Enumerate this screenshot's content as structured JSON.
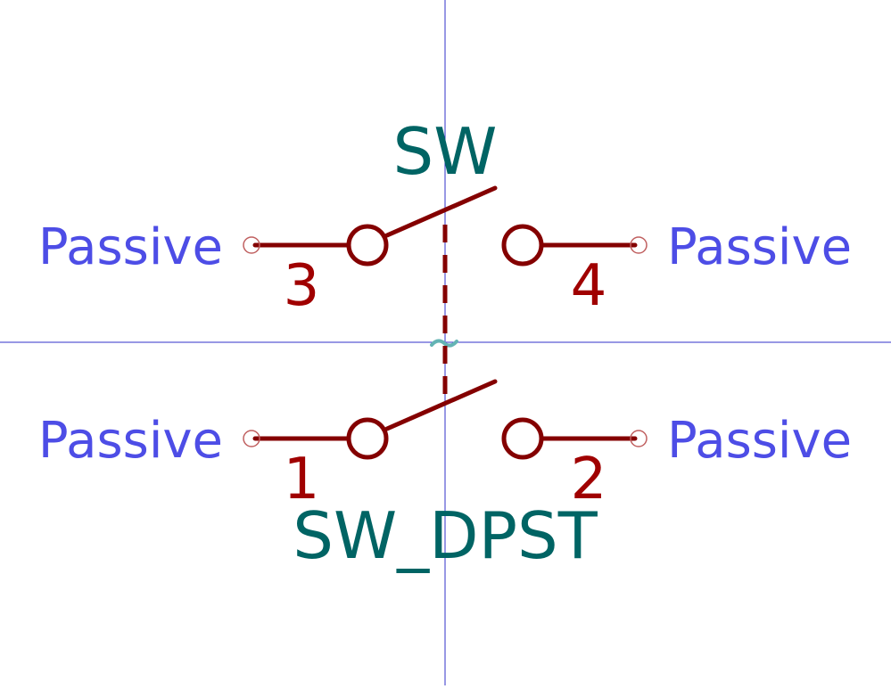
{
  "symbol": {
    "reference": "SW",
    "value": "SW_DPST"
  },
  "pins": [
    {
      "number": "3",
      "type": "Passive"
    },
    {
      "number": "4",
      "type": "Passive"
    },
    {
      "number": "1",
      "type": "Passive"
    },
    {
      "number": "2",
      "type": "Passive"
    }
  ],
  "colors": {
    "background": "#ffffff",
    "body": "#840000",
    "pin_number": "#a00000",
    "pin_type": "#4d4de6",
    "field_text": "#006464",
    "origin_marker": "#64b4b4",
    "crosshair": "#3232c8",
    "pin_end": "#c06060"
  }
}
